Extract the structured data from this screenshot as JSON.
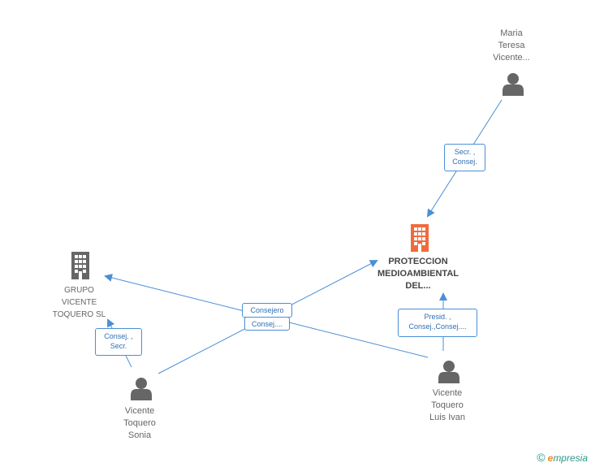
{
  "nodes": {
    "maria": {
      "lines": [
        "Maria",
        "Teresa",
        "Vicente..."
      ],
      "icon": "person-icon"
    },
    "proteccion": {
      "lines": [
        "PROTECCION",
        "MEDIOAMBIENTAL",
        "DEL..."
      ],
      "icon": "building-icon",
      "color": "#f26a3c"
    },
    "grupo": {
      "lines": [
        "GRUPO",
        "VICENTE",
        "TOQUERO SL"
      ],
      "icon": "building-icon",
      "color": "#666666"
    },
    "sonia": {
      "lines": [
        "Vicente",
        "Toquero",
        "Sonia"
      ],
      "icon": "person-icon"
    },
    "luis": {
      "lines": [
        "Vicente",
        "Toquero",
        "Luis Ivan"
      ],
      "icon": "person-icon"
    }
  },
  "relations": {
    "maria_proteccion": [
      "Secr. ,",
      "Consej."
    ],
    "sonia_grupo": [
      "Consej. ,",
      "Secr."
    ],
    "shared_top": "Consejero",
    "shared_bottom": "Consej....",
    "luis_proteccion": [
      "Presid. ,",
      "Consej.,Consej...."
    ]
  },
  "footer": {
    "copyright": "©",
    "brand_e": "e",
    "brand_rest": "mpresia"
  },
  "colors": {
    "edge": "#4a8fd6",
    "person": "#666666"
  }
}
